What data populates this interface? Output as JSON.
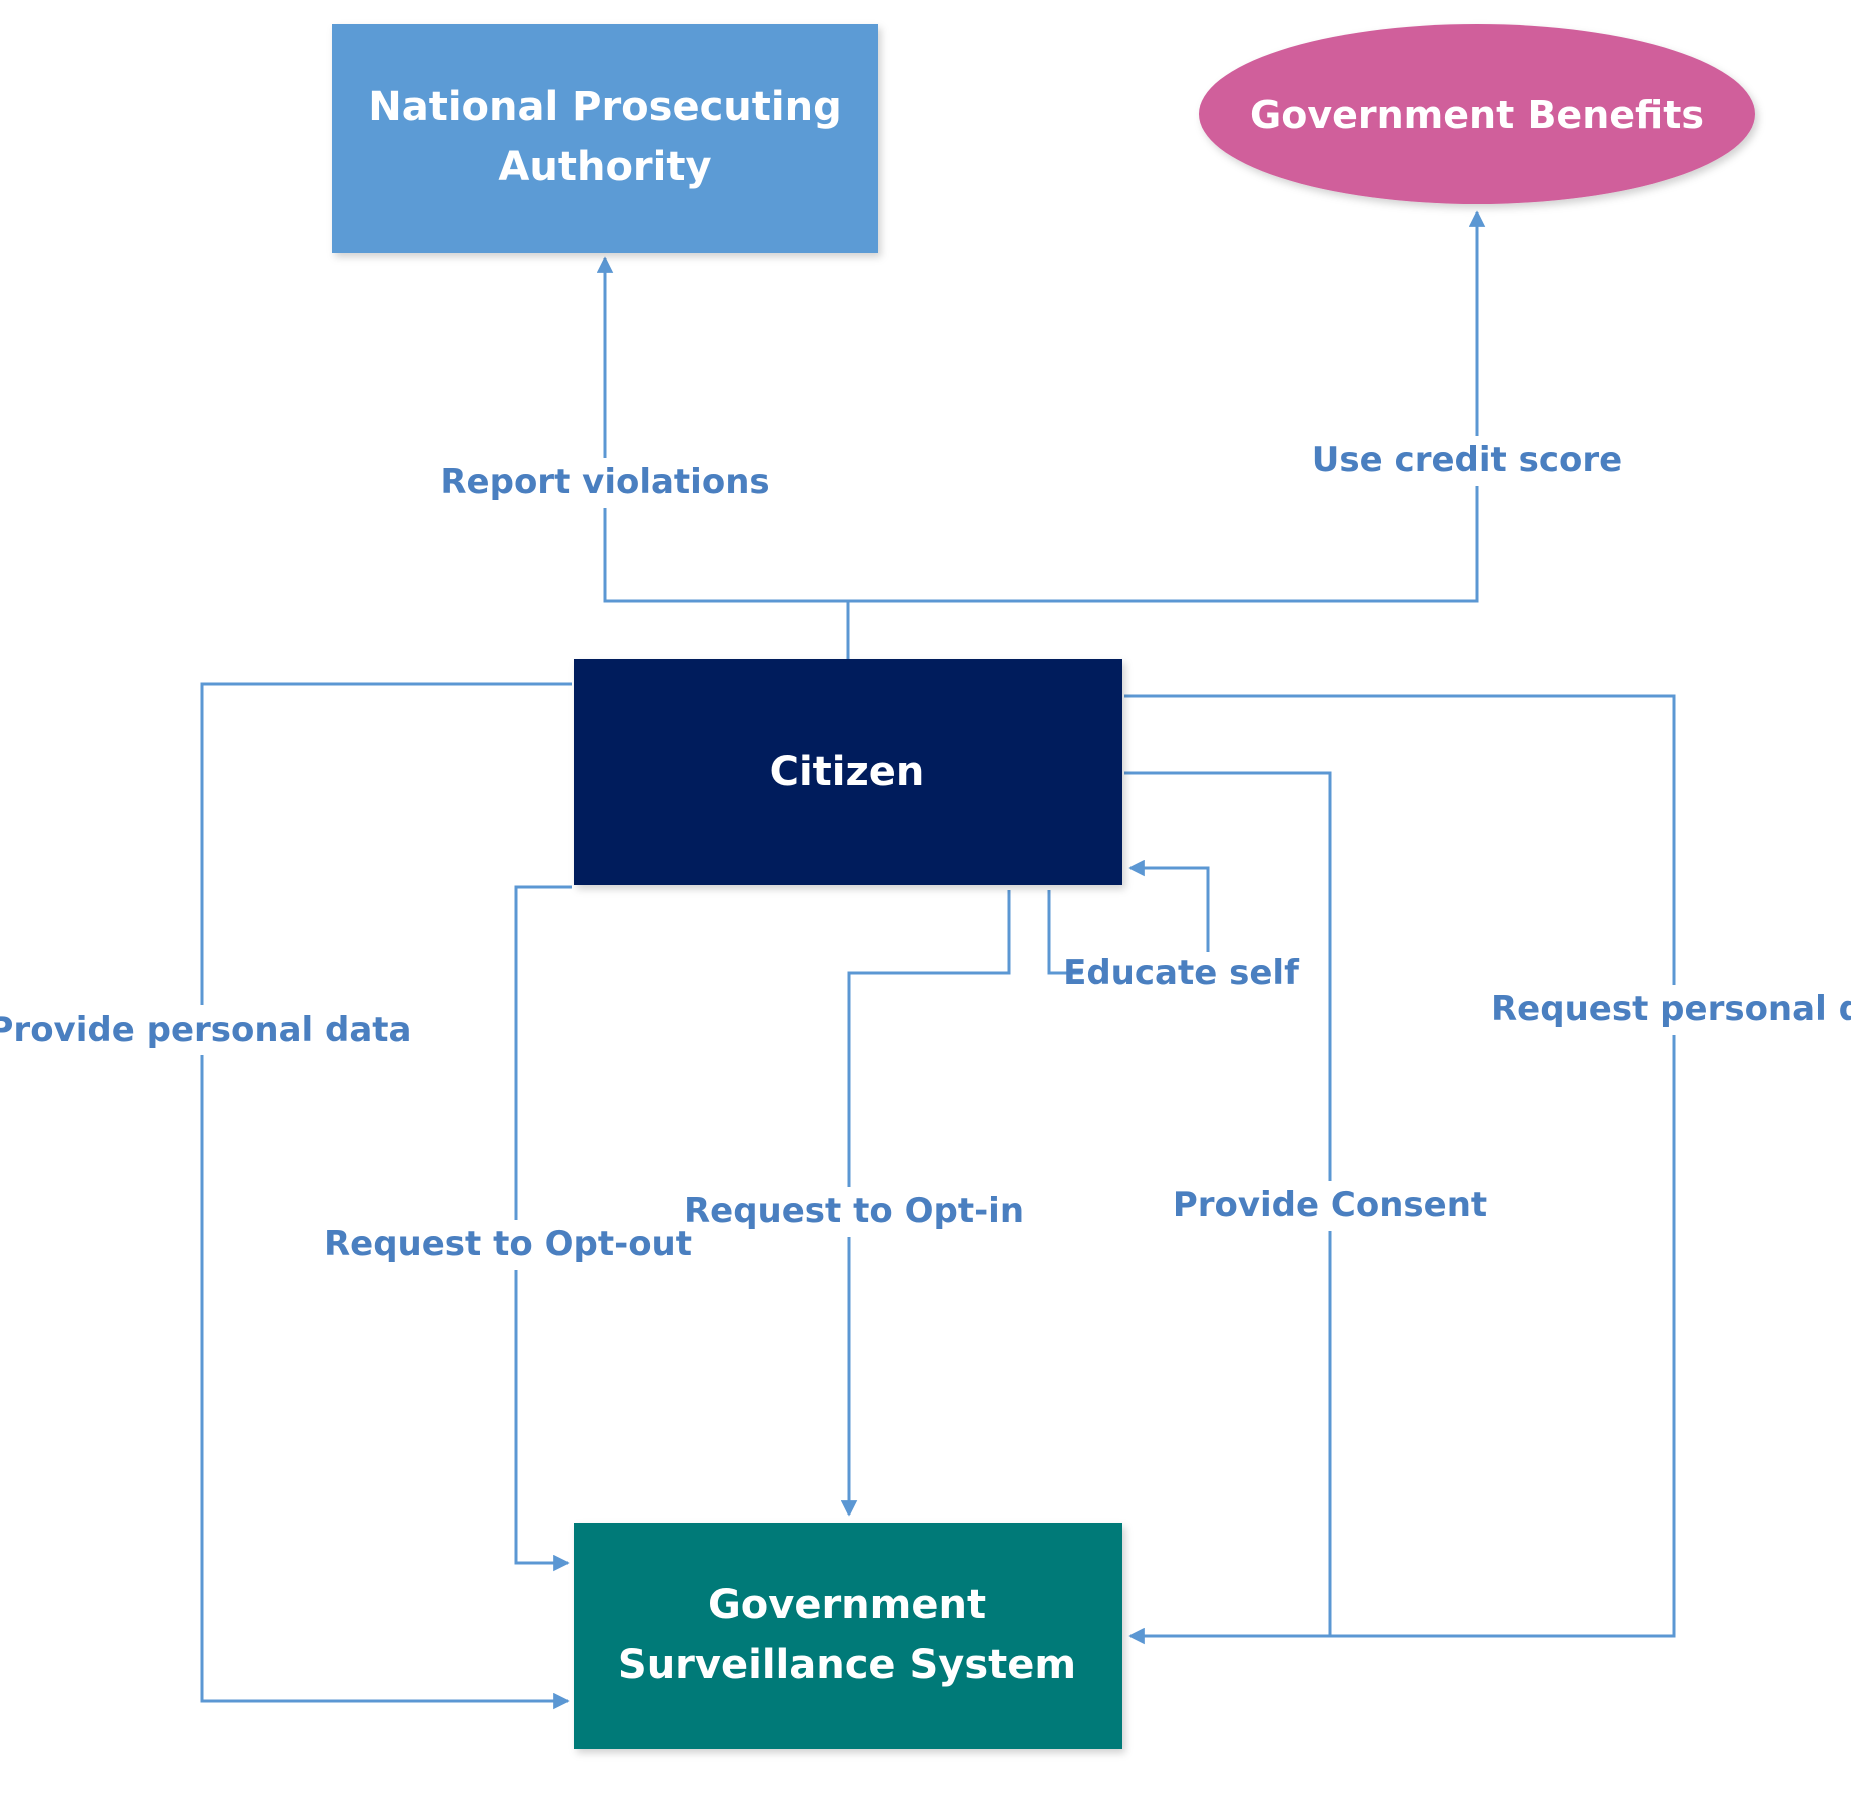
{
  "colors": {
    "npa_box": "#5b9bd5",
    "benefits_ellipse": "#d05f9b",
    "citizen_box": "#001f5c",
    "surveillance_box": "#007a78",
    "edge": "#5b97d3",
    "edge_label": "#4a7fc0",
    "node_text": "#ffffff"
  },
  "nodes": {
    "npa": {
      "line1": "National Prosecuting",
      "line2": "Authority"
    },
    "benefits": {
      "label": "Government Benefits"
    },
    "citizen": {
      "label": "Citizen"
    },
    "surveillance": {
      "line1": "Government",
      "line2": "Surveillance System"
    }
  },
  "edges": {
    "report_violations": "Report violations",
    "use_credit_score": "Use credit score",
    "provide_personal_data": "Provide personal data",
    "request_opt_out": "Request to Opt-out",
    "request_opt_in": "Request to Opt-in",
    "educate_self": "Educate self",
    "provide_consent": "Provide Consent",
    "request_personal_data": "Request personal dat"
  }
}
